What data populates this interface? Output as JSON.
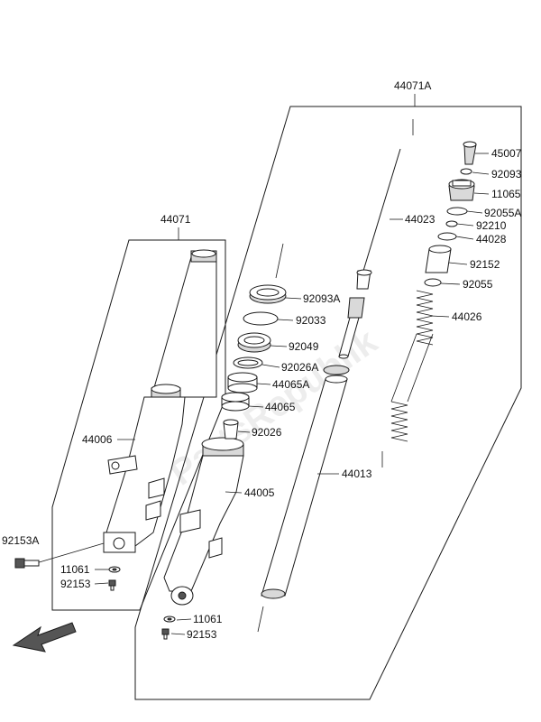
{
  "watermark": "PartsRepublik",
  "labels": {
    "p44071A": "44071A",
    "p44071": "44071",
    "p45007": "45007",
    "p92093": "92093",
    "p11065": "11065",
    "p92055A": "92055A",
    "p92210": "92210",
    "p44028": "44028",
    "p44023": "44023",
    "p92152": "92152",
    "p92055": "92055",
    "p44026": "44026",
    "p92093A": "92093A",
    "p92033": "92033",
    "p92049": "92049",
    "p92026A": "92026A",
    "p44065A": "44065A",
    "p44065": "44065",
    "p92026": "92026",
    "p44013": "44013",
    "p44006": "44006",
    "p44005": "44005",
    "p92153A": "92153A",
    "p11061a": "11061",
    "p92153a": "92153",
    "p11061b": "11061",
    "p92153b": "92153"
  }
}
